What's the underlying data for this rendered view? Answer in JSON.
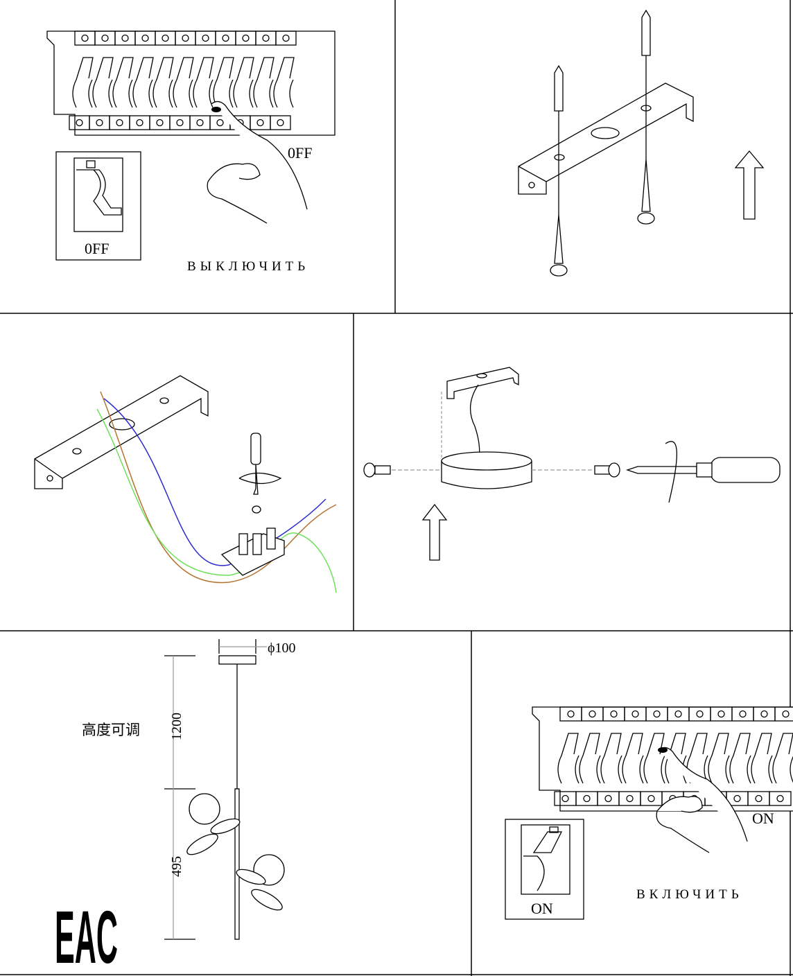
{
  "panels": {
    "step1": {
      "switch_state": "0FF",
      "breaker_state": "0FF",
      "caption": "ВЫКЛЮЧИТЬ"
    },
    "step6": {
      "switch_state": "ON",
      "breaker_state": "ON",
      "caption": "ВКЛЮЧИТЬ"
    }
  },
  "dimensions": {
    "diameter": "ϕ100",
    "cable_length": "1200",
    "body_height": "495",
    "adjustable_note": "高度可调"
  },
  "certification": {
    "mark": "EAC"
  },
  "wire_colors": {
    "brown": "#b5712f",
    "blue": "#2b2bd0",
    "green": "#6ee05a",
    "yellow": "#d8d84a"
  },
  "icons": [
    "breaker-panel-icon",
    "hand-icon",
    "switch-icon",
    "bracket-icon",
    "wall-plug-icon",
    "screw-icon",
    "up-arrow-icon",
    "screwdriver-icon",
    "terminal-block-icon",
    "lamp-base-icon",
    "pendant-lamp-icon",
    "eac-mark-icon"
  ]
}
